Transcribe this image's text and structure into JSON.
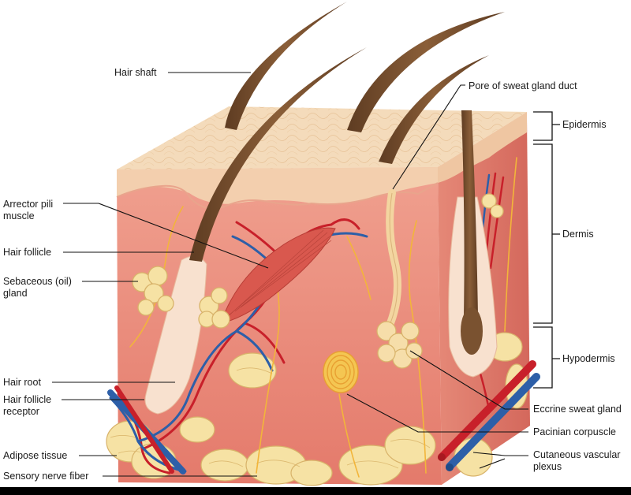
{
  "labels": {
    "hair_shaft": "Hair shaft",
    "pore_sweat_duct": "Pore of sweat gland duct",
    "epidermis": "Epidermis",
    "dermis": "Dermis",
    "hypodermis": "Hypodermis",
    "arrector_pili": "Arrector pili\nmuscle",
    "hair_follicle": "Hair follicle",
    "sebaceous_gland": "Sebaceous (oil)\ngland",
    "hair_root": "Hair root",
    "hair_follicle_receptor": "Hair follicle\nreceptor",
    "adipose_tissue": "Adipose tissue",
    "sensory_nerve_fiber": "Sensory nerve fiber",
    "eccrine_sweat_gland": "Eccrine sweat gland",
    "pacinian_corpuscle": "Pacinian corpuscle",
    "cutaneous_vascular_plexus": "Cutaneous vascular\nplexus"
  },
  "colors": {
    "epidermis": "#f3d5b0",
    "epidermis_top": "#f7e2c5",
    "dermis": "#e9857a",
    "dermis_side": "#d86a60",
    "hypodermis_fat": "#f5e1a0",
    "hair": "#7a5230",
    "artery": "#c8202a",
    "vein": "#2d5fa8",
    "nerve": "#f2b53a",
    "muscle": "#d9584e",
    "leader": "#111111"
  }
}
